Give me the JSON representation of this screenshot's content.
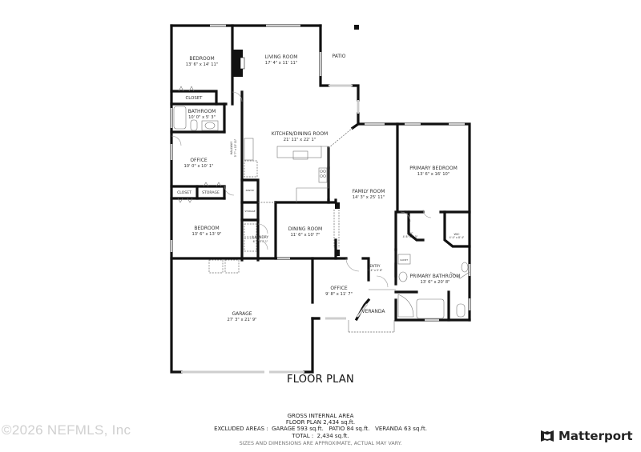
{
  "plan": {
    "title": "FLOOR PLAN",
    "rooms": [
      {
        "id": "bedroom-1",
        "name": "BEDROOM",
        "dims": "13' 6\" x 14' 11\""
      },
      {
        "id": "living-room",
        "name": "LIVING ROOM",
        "dims": "17' 4\" x 11' 11\""
      },
      {
        "id": "patio",
        "name": "PATIO",
        "dims": ""
      },
      {
        "id": "closet-1",
        "name": "CLOSET",
        "dims": ""
      },
      {
        "id": "bathroom",
        "name": "BATHROOM",
        "dims": "10' 0\" x 5' 3\""
      },
      {
        "id": "hallway",
        "name": "HALLWAY",
        "dims": "3' 7\" x 15' 11\""
      },
      {
        "id": "kitchen-dining",
        "name": "KITCHEN/DINING ROOM",
        "dims": "21' 11\" x 22' 1\""
      },
      {
        "id": "office-1",
        "name": "OFFICE",
        "dims": "10' 0\" x 10' 1\""
      },
      {
        "id": "closet-2",
        "name": "CLOSET",
        "dims": ""
      },
      {
        "id": "storage-1",
        "name": "STORAGE",
        "dims": ""
      },
      {
        "id": "pantry",
        "name": "PANTRY",
        "dims": ""
      },
      {
        "id": "storage-2",
        "name": "STORAGE",
        "dims": ""
      },
      {
        "id": "bedroom-2",
        "name": "BEDROOM",
        "dims": "13' 6\" x 13' 9\""
      },
      {
        "id": "laundry",
        "name": "LAUNDRY",
        "dims": "6' 1\" x 7' 1\""
      },
      {
        "id": "dining-room",
        "name": "DINING ROOM",
        "dims": "11' 6\" x 10' 7\""
      },
      {
        "id": "family-room",
        "name": "FAMILY ROOM",
        "dims": "14' 3\" x 25' 11\""
      },
      {
        "id": "primary-bedroom",
        "name": "PRIMARY BEDROOM",
        "dims": "13' 6\" x 16' 10\""
      },
      {
        "id": "wic-1",
        "name": "WIC",
        "dims": "4' 8\" x 7' 5\""
      },
      {
        "id": "wic-2",
        "name": "WIC",
        "dims": "4' 4\" x 8' 4\""
      },
      {
        "id": "closet-3",
        "name": "CLOSET",
        "dims": ""
      },
      {
        "id": "primary-bathroom",
        "name": "PRIMARY BATHROOM",
        "dims": "13' 6\" x 20' 8\""
      },
      {
        "id": "entry",
        "name": "ENTRY",
        "dims": "6' 4\" x 5' 6\""
      },
      {
        "id": "office-2",
        "name": "OFFICE",
        "dims": "9' 8\" x 11' 7\""
      },
      {
        "id": "veranda",
        "name": "VERANDA",
        "dims": ""
      },
      {
        "id": "garage",
        "name": "GARAGE",
        "dims": "27' 3\" x 21' 9\""
      }
    ]
  },
  "summary": {
    "heading": "GROSS INTERNAL AREA",
    "floor_plan": "FLOOR PLAN 2,434 sq.ft.",
    "excluded": "EXCLUDED AREAS :  GARAGE 593 sq.ft.   PATIO 84 sq.ft.   VERANDA 63 sq.ft.",
    "total": "TOTAL :  2,434 sq.ft.",
    "disclaimer": "SIZES AND DIMENSIONS ARE APPROXIMATE, ACTUAL MAY VARY."
  },
  "watermark": "©2026 NEFMLS, Inc",
  "brand": {
    "name": "Matterport",
    "icon": "matterport-logo-icon"
  },
  "colors": {
    "wall": "#111111",
    "window": "#999999",
    "text": "#333333",
    "watermark": "#d0d0d0"
  }
}
